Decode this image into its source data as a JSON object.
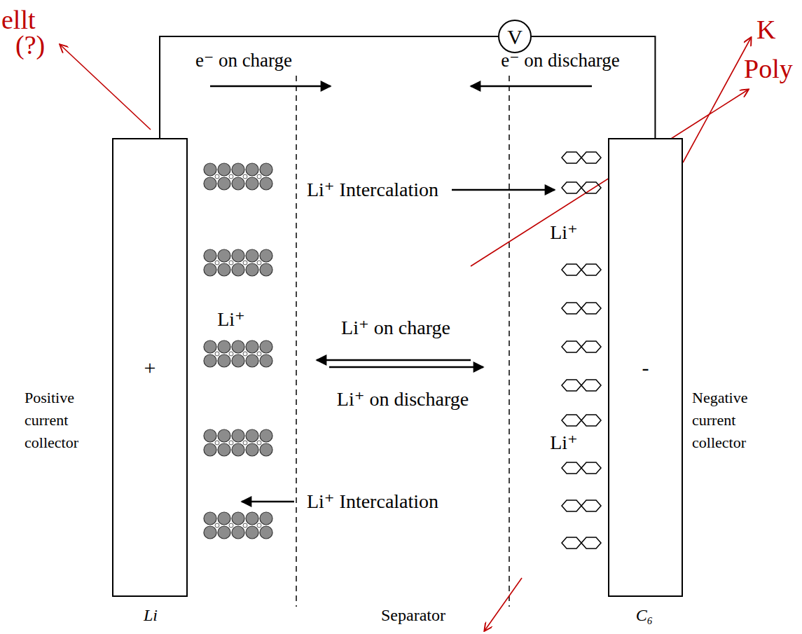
{
  "diagram": {
    "nodes": [
      {
        "text": [
          "+"
        ]
      },
      {
        "text": [
          "V"
        ]
      },
      {
        "text": [
          "-"
        ]
      }
    ],
    "edges": [
      {
        "from": 0,
        "to": 1,
        "arrow": "none"
      },
      {
        "from": 1,
        "to": 2,
        "arrow": "none"
      }
    ],
    "labels": [
      "ellt",
      "(?)",
      "K",
      "Poly",
      "e⁻ on charge",
      "e⁻ on discharge",
      "Li⁺ Intercalation",
      "Li⁺",
      "Li⁺",
      "Li⁺ on charge",
      "Li⁺ on discharge",
      "Li⁺",
      "Li⁺ Intercalation",
      "Positive current collector",
      "Negative current collector",
      "Li",
      "Separator",
      "C₆"
    ]
  }
}
